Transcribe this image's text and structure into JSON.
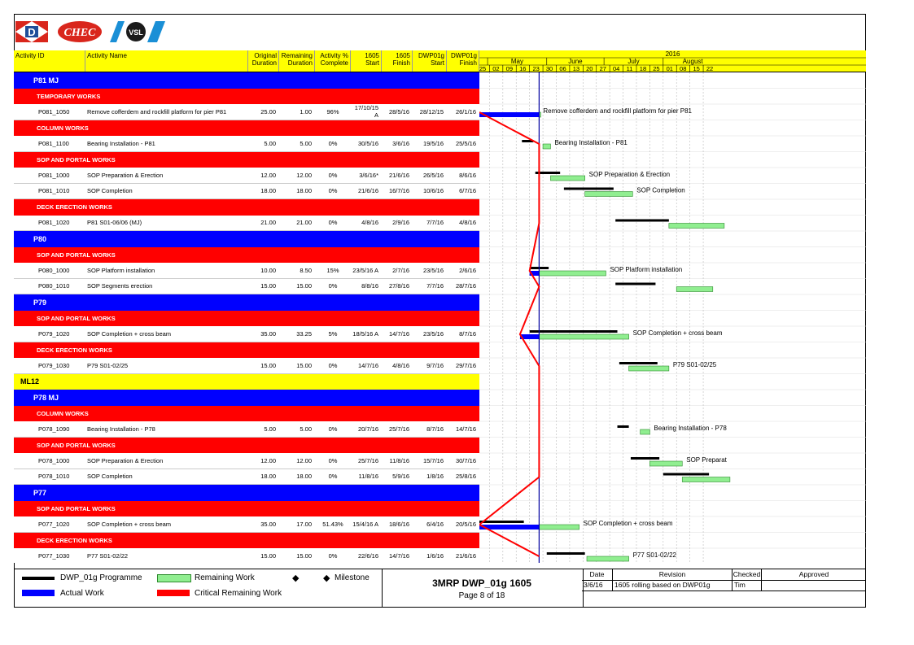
{
  "columns": [
    {
      "key": "id",
      "label": "Activity ID"
    },
    {
      "key": "name",
      "label": "Activity Name"
    },
    {
      "key": "orig",
      "label": "Original Duration"
    },
    {
      "key": "rem",
      "label": "Remaining Duration"
    },
    {
      "key": "pct",
      "label": "Activity % Complete"
    },
    {
      "key": "s1605",
      "label": "1605 Start"
    },
    {
      "key": "f1605",
      "label": "1605 Finish"
    },
    {
      "key": "sdwp",
      "label": "DWP01g Start"
    },
    {
      "key": "fdwp",
      "label": "DWP01g Finish"
    }
  ],
  "timeline": {
    "year": "2016",
    "months": [
      {
        "label": "May"
      },
      {
        "label": "June"
      },
      {
        "label": "July"
      },
      {
        "label": "August"
      }
    ],
    "weeks": [
      "25",
      "02",
      "09",
      "16",
      "23",
      "30",
      "06",
      "13",
      "20",
      "27",
      "04",
      "11",
      "18",
      "25",
      "01",
      "08",
      "15",
      "22"
    ]
  },
  "rows": [
    {
      "type": "proj",
      "label": "P81 MJ"
    },
    {
      "type": "sec",
      "label": "TEMPORARY WORKS"
    },
    {
      "type": "act",
      "id": "P081_1050",
      "name": "Remove cofferdem and rockfill platform for pier P81",
      "orig": "25.00",
      "rem": "1.00",
      "pct": "96%",
      "s1605": "17/10/15 A",
      "f1605": "28/5/16",
      "sdwp": "28/12/15",
      "fdwp": "26/1/16",
      "bar_label": "Remove cofferdem and rockfill platform for pier P81"
    },
    {
      "type": "sec",
      "label": "COLUMN WORKS"
    },
    {
      "type": "act",
      "id": "P081_1100",
      "name": "Bearing Installation - P81",
      "orig": "5.00",
      "rem": "5.00",
      "pct": "0%",
      "s1605": "30/5/16",
      "f1605": "3/6/16",
      "sdwp": "19/5/16",
      "fdwp": "25/5/16",
      "bar_label": "Bearing Installation - P81"
    },
    {
      "type": "sec",
      "label": "SOP AND PORTAL WORKS"
    },
    {
      "type": "act",
      "id": "P081_1000",
      "name": "SOP Preparation & Erection",
      "orig": "12.00",
      "rem": "12.00",
      "pct": "0%",
      "s1605": "3/6/16*",
      "f1605": "21/6/16",
      "sdwp": "26/5/16",
      "fdwp": "8/6/16",
      "bar_label": "SOP Preparation & Erection"
    },
    {
      "type": "act",
      "id": "P081_1010",
      "name": "SOP Completion",
      "orig": "18.00",
      "rem": "18.00",
      "pct": "0%",
      "s1605": "21/6/16",
      "f1605": "16/7/16",
      "sdwp": "10/6/16",
      "fdwp": "6/7/16",
      "bar_label": "SOP Completion"
    },
    {
      "type": "sec",
      "label": "DECK ERECTION WORKS"
    },
    {
      "type": "act",
      "id": "P081_1020",
      "name": "P81 S01-06/06 (MJ)",
      "orig": "21.00",
      "rem": "21.00",
      "pct": "0%",
      "s1605": "4/8/16",
      "f1605": "2/9/16",
      "sdwp": "7/7/16",
      "fdwp": "4/8/16",
      "bar_label": ""
    },
    {
      "type": "proj",
      "label": "P80"
    },
    {
      "type": "sec",
      "label": "SOP AND PORTAL WORKS"
    },
    {
      "type": "act",
      "id": "P080_1000",
      "name": "SOP Platform installation",
      "orig": "10.00",
      "rem": "8.50",
      "pct": "15%",
      "s1605": "23/5/16 A",
      "f1605": "2/7/16",
      "sdwp": "23/5/16",
      "fdwp": "2/6/16",
      "bar_label": "SOP Platform installation"
    },
    {
      "type": "act",
      "id": "P080_1010",
      "name": "SOP Segments erection",
      "orig": "15.00",
      "rem": "15.00",
      "pct": "0%",
      "s1605": "8/8/16",
      "f1605": "27/8/16",
      "sdwp": "7/7/16",
      "fdwp": "28/7/16",
      "bar_label": ""
    },
    {
      "type": "proj",
      "label": "P79"
    },
    {
      "type": "sec",
      "label": "SOP AND PORTAL WORKS"
    },
    {
      "type": "act",
      "id": "P079_1020",
      "name": "SOP Completion + cross beam",
      "orig": "35.00",
      "rem": "33.25",
      "pct": "5%",
      "s1605": "18/5/16 A",
      "f1605": "14/7/16",
      "sdwp": "23/5/16",
      "fdwp": "8/7/16",
      "bar_label": "SOP Completion + cross beam"
    },
    {
      "type": "sec",
      "label": "DECK ERECTION WORKS"
    },
    {
      "type": "act",
      "id": "P079_1030",
      "name": "P79 S01-02/25",
      "orig": "15.00",
      "rem": "15.00",
      "pct": "0%",
      "s1605": "14/7/16",
      "f1605": "4/8/16",
      "sdwp": "9/7/16",
      "fdwp": "29/7/16",
      "bar_label": "P79 S01-02/25"
    },
    {
      "type": "ml",
      "label": "ML12"
    },
    {
      "type": "proj",
      "label": "P78 MJ"
    },
    {
      "type": "sec",
      "label": "COLUMN WORKS"
    },
    {
      "type": "act",
      "id": "P078_1090",
      "name": "Bearing Installation - P78",
      "orig": "5.00",
      "rem": "5.00",
      "pct": "0%",
      "s1605": "20/7/16",
      "f1605": "25/7/16",
      "sdwp": "8/7/16",
      "fdwp": "14/7/16",
      "bar_label": "Bearing Installation - P78"
    },
    {
      "type": "sec",
      "label": "SOP AND PORTAL WORKS"
    },
    {
      "type": "act",
      "id": "P078_1000",
      "name": "SOP Preparation & Erection",
      "orig": "12.00",
      "rem": "12.00",
      "pct": "0%",
      "s1605": "25/7/16",
      "f1605": "11/8/16",
      "sdwp": "15/7/16",
      "fdwp": "30/7/16",
      "bar_label": "SOP Preparat"
    },
    {
      "type": "act",
      "id": "P078_1010",
      "name": "SOP Completion",
      "orig": "18.00",
      "rem": "18.00",
      "pct": "0%",
      "s1605": "11/8/16",
      "f1605": "5/9/16",
      "sdwp": "1/8/16",
      "fdwp": "25/8/16",
      "bar_label": ""
    },
    {
      "type": "proj",
      "label": "P77"
    },
    {
      "type": "sec",
      "label": "SOP AND PORTAL WORKS"
    },
    {
      "type": "act",
      "id": "P077_1020",
      "name": "SOP Completion + cross beam",
      "orig": "35.00",
      "rem": "17.00",
      "pct": "51.43%",
      "s1605": "15/4/16 A",
      "f1605": "18/6/16",
      "sdwp": "6/4/16",
      "fdwp": "20/5/16",
      "bar_label": "SOP Completion + cross beam"
    },
    {
      "type": "sec",
      "label": "DECK ERECTION WORKS"
    },
    {
      "type": "act",
      "id": "P077_1030",
      "name": "P77 S01-02/22",
      "orig": "15.00",
      "rem": "15.00",
      "pct": "0%",
      "s1605": "22/6/16",
      "f1605": "14/7/16",
      "sdwp": "1/6/16",
      "fdwp": "21/6/16",
      "bar_label": "P77 S01-02/22"
    }
  ],
  "legend": {
    "programme": "DWP_01g Programme",
    "remaining": "Remaining Work",
    "milestone": "Milestone",
    "actual": "Actual Work",
    "critical": "Critical Remaining Work"
  },
  "footer": {
    "title": "3MRP DWP_01g 1605",
    "page": "Page 8 of 18",
    "date_label": "Date",
    "revision_label": "Revision",
    "checked_label": "Checked",
    "approved_label": "Approved",
    "date": "3/6/16",
    "revision": "1605 rolling based on DWP01g",
    "checked": "Tim",
    "approved": ""
  },
  "logos": {
    "d": "D",
    "hec": "CHEC",
    "vsl": "VSL"
  },
  "colors": {
    "project": "#0000ff",
    "section": "#ff0000",
    "milestone_row": "#ffff00",
    "header": "#ffff00",
    "remaining": "#90ee90",
    "actual": "#0000ff",
    "programme": "#000000",
    "critical": "#ff0000"
  }
}
